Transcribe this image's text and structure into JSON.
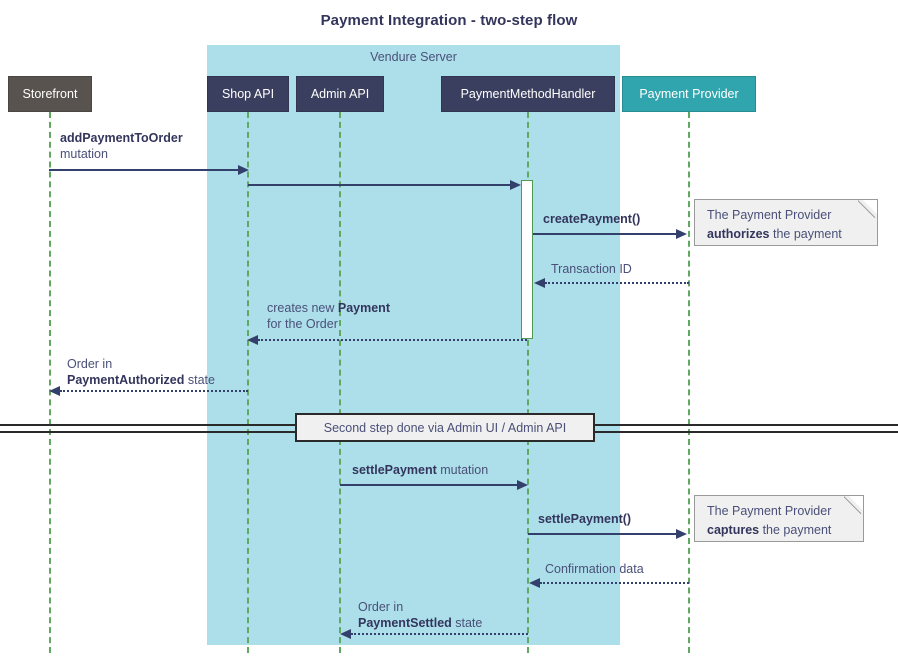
{
  "diagram": {
    "title": "Payment Integration - two-step flow",
    "type": "sequence-diagram"
  },
  "group": {
    "label": "Vendure Server",
    "color": "#addfeb"
  },
  "participants": [
    {
      "id": "storefront",
      "label": "Storefront",
      "color": "#58534e"
    },
    {
      "id": "shop-api",
      "label": "Shop API",
      "color": "#3b3f5f"
    },
    {
      "id": "admin-api",
      "label": "Admin API",
      "color": "#3b3f5f"
    },
    {
      "id": "pmh",
      "label": "PaymentMethodHandler",
      "color": "#3b3f5f"
    },
    {
      "id": "provider",
      "label": "Payment Provider",
      "color": "#30a5ad"
    }
  ],
  "messages": [
    {
      "id": "add-payment-to-order",
      "bold": "addPaymentToOrder",
      "plain": "mutation",
      "from": "storefront",
      "to": "shop-api",
      "style": "solid"
    },
    {
      "id": "shop-to-handler",
      "bold": "",
      "plain": "",
      "from": "shop-api",
      "to": "pmh",
      "style": "solid"
    },
    {
      "id": "create-payment",
      "bold": "createPayment()",
      "plain": "",
      "from": "pmh",
      "to": "provider",
      "style": "solid"
    },
    {
      "id": "transaction-id",
      "bold": "",
      "plain": "Transaction ID",
      "from": "provider",
      "to": "pmh",
      "style": "dotted"
    },
    {
      "id": "creates-new-payment",
      "line1": "creates new ",
      "line1bold": "Payment",
      "line2": "for the Order",
      "from": "pmh",
      "to": "shop-api",
      "style": "dotted"
    },
    {
      "id": "order-payment-authorized",
      "line1": "Order in",
      "line2bold": "PaymentAuthorized",
      "line2plain": " state",
      "from": "shop-api",
      "to": "storefront",
      "style": "dotted"
    },
    {
      "id": "settle-payment-mutation",
      "bold": "settlePayment",
      "plain": " mutation",
      "from": "admin-api",
      "to": "pmh",
      "style": "solid"
    },
    {
      "id": "settle-payment-call",
      "bold": "settlePayment()",
      "plain": "",
      "from": "pmh",
      "to": "provider",
      "style": "solid"
    },
    {
      "id": "confirmation-data",
      "bold": "",
      "plain": "Confirmation data",
      "from": "provider",
      "to": "pmh",
      "style": "dotted"
    },
    {
      "id": "order-payment-settled",
      "line1": "Order in",
      "line2bold": "PaymentSettled",
      "line2plain": " state",
      "from": "pmh",
      "to": "admin-api",
      "style": "dotted"
    }
  ],
  "labels": {
    "add_payment_bold": "addPaymentToOrder",
    "add_payment_plain": "mutation",
    "create_payment": "createPayment()",
    "transaction_id": "Transaction ID",
    "creates_new_prefix": "creates new ",
    "creates_new_bold": "Payment",
    "creates_new_line2": "for the Order",
    "order_in": "Order in",
    "payment_authorized_bold": "PaymentAuthorized",
    "payment_authorized_suffix": " state",
    "settle_payment_bold": "settlePayment",
    "settle_payment_suffix": " mutation",
    "settle_payment_call": "settlePayment()",
    "confirmation_data": "Confirmation data",
    "payment_settled_bold": "PaymentSettled",
    "payment_settled_suffix": " state"
  },
  "notes": [
    {
      "id": "note-authorizes",
      "line1": "The Payment Provider",
      "line2_bold": "authorizes",
      "line2_plain": " the payment"
    },
    {
      "id": "note-captures",
      "line1": "The Payment Provider",
      "line2_bold": "captures",
      "line2_plain": " the payment"
    }
  ],
  "divider": {
    "label": "Second step done via Admin UI / Admin API"
  },
  "colors": {
    "background": "#ffffff",
    "group_fill": "#addfeb",
    "participant_dark": "#3b3f5f",
    "participant_grey": "#58534e",
    "participant_teal": "#30a5ad",
    "arrow": "#33406b",
    "lifeline": "#61a861",
    "text": "#4a5078",
    "note_fill": "#f0f0f0"
  }
}
